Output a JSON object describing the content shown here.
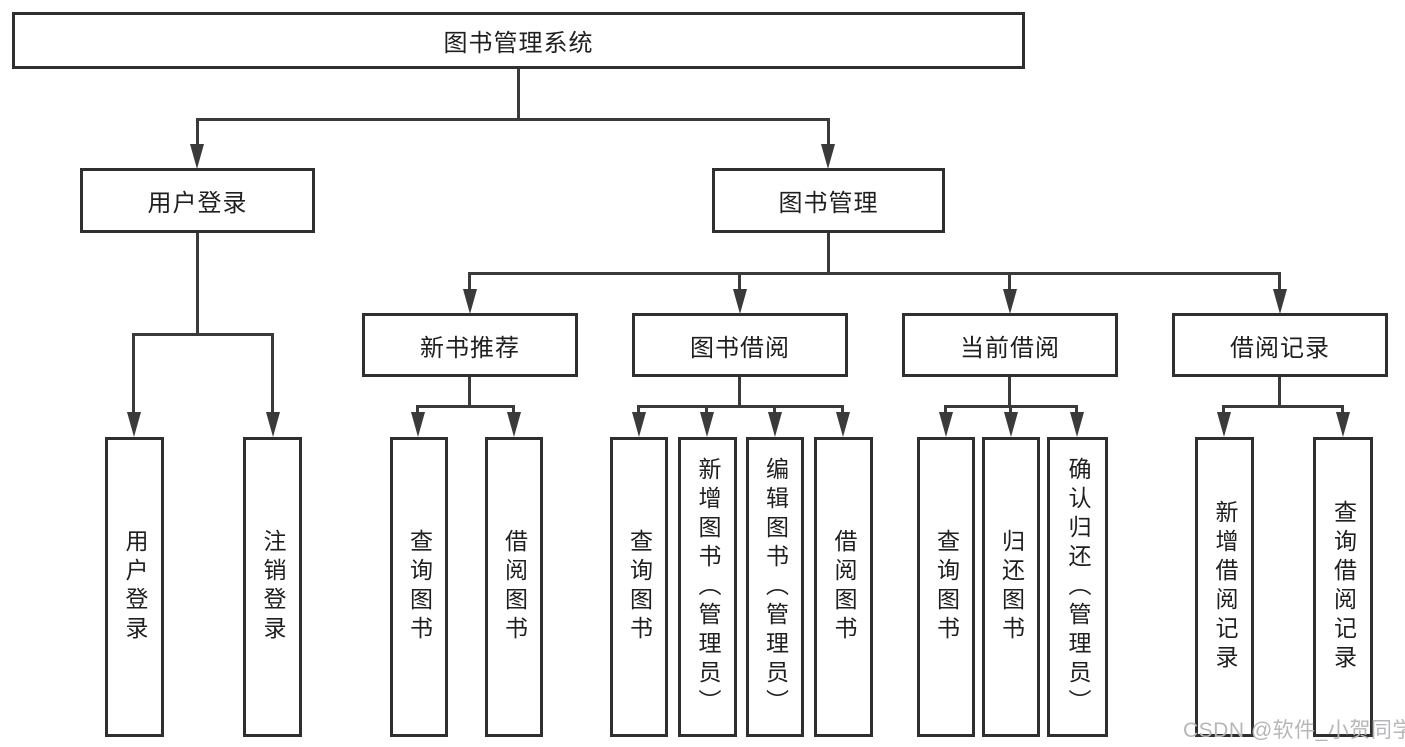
{
  "nodes": {
    "root": "图书管理系统",
    "user_login": "用户登录",
    "book_mgmt": "图书管理",
    "new_books": "新书推荐",
    "book_borrowing": "图书借阅",
    "current_borrowing": "当前借阅",
    "borrowing_records": "借阅记录",
    "login": "用户登录",
    "logout": "注销登录",
    "nb_query_books": "查询图书",
    "nb_borrow_books": "借阅图书",
    "bb_query_books": "查询图书",
    "bb_add_books": "新增图书（管理员）",
    "bb_edit_books": "编辑图书（管理员）",
    "bb_borrow_books": "借阅图书",
    "cb_query_books": "查询图书",
    "cb_return_books": "归还图书",
    "cb_confirm_return": "确认归还（管理员）",
    "br_add_record": "新增借阅记录",
    "br_query_record": "查询借阅记录"
  },
  "watermark": "CSDN @软件_小贺同学",
  "colors": {
    "line": "#3a3a3a",
    "border": "#2f2f2f",
    "text": "#1f1f1f",
    "background": "#ffffff",
    "watermark": "#b9b6ba"
  }
}
